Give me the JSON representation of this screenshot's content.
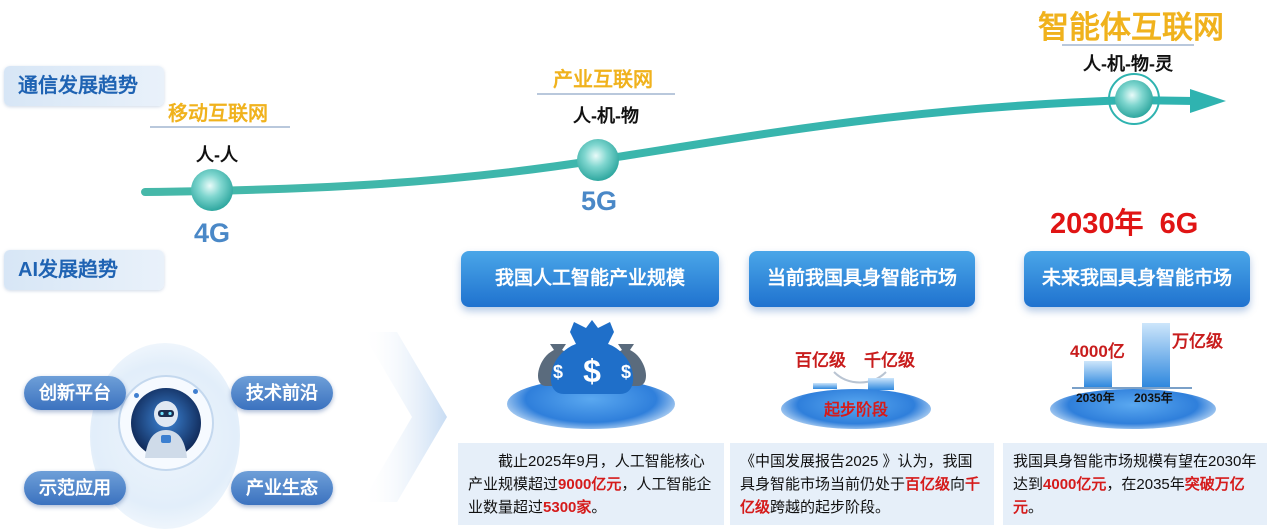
{
  "labels": {
    "comm_trend": "通信发展趋势",
    "ai_trend": "AI发展趋势"
  },
  "stages": [
    {
      "name": "移动互联网",
      "sub": "人-人",
      "gen": "4G"
    },
    {
      "name": "产业互联网",
      "sub": "人-机-物",
      "gen": "5G"
    },
    {
      "name": "智能体互联网",
      "sub": "人-机-物-灵"
    }
  ],
  "future_marker": "2030年  6G",
  "hub": {
    "items": [
      "创新平台",
      "技术前沿",
      "示范应用",
      "产业生态"
    ]
  },
  "panels": [
    {
      "title": "我国人工智能产业规模",
      "text_parts": [
        "截止2025年9月，人工智能核心产业规模超过",
        "9000亿元",
        "，人工智能企业数量超过",
        "5300家",
        "。"
      ]
    },
    {
      "title": "当前我国具身智能市场",
      "graphic": {
        "left_label": "百亿级",
        "right_label": "千亿级",
        "platform_label": "起步阶段"
      },
      "text_parts": [
        "《中国发展报告2025 》认为，我国具身智能市场当前仍处于",
        "百亿级",
        "向",
        "千亿级",
        "跨越的起步阶段。"
      ]
    },
    {
      "title": "未来我国具身智能市场",
      "text_parts": [
        "我国具身智能市场规模有望在2030年达到",
        "4000亿元",
        "，在2035年",
        "突破万亿元",
        "。"
      ]
    }
  ],
  "chart_data": {
    "type": "bar",
    "categories": [
      "2030年",
      "2035年"
    ],
    "value_labels": [
      "4000亿",
      "万亿级"
    ],
    "values": [
      4000,
      10000
    ]
  },
  "colors": {
    "accent_blue": "#1f63b3",
    "highlight_red": "#d51b1b",
    "stage_gold": "#f0b21d",
    "curve_teal": "#3fb6ae"
  }
}
